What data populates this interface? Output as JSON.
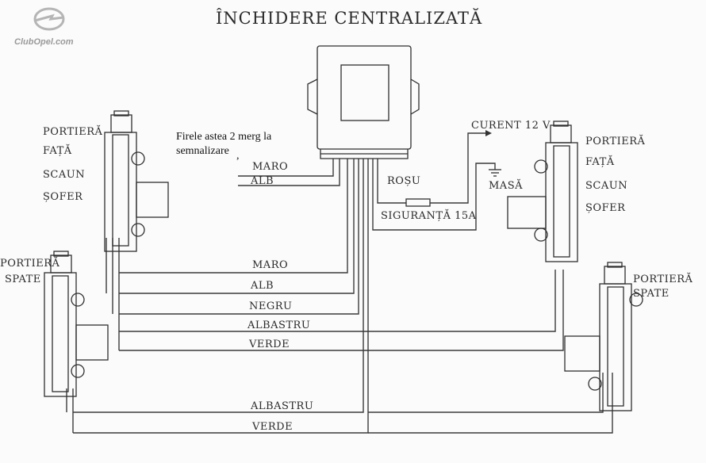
{
  "logo": {
    "text": "ClubOpel.com",
    "icon": "opel-blitz-icon"
  },
  "title": "ÎNCHIDERE CENTRALIZATĂ",
  "note": {
    "line1": "Firele astea 2 merg la",
    "line2": "semnalizare",
    "mark": ","
  },
  "doors": {
    "front_left": [
      "PORTIERĂ",
      "FAȚĂ",
      "SCAUN",
      "ȘOFER"
    ],
    "rear_left": [
      "PORTIERĂ",
      "SPATE"
    ],
    "front_right": [
      "PORTIERĂ",
      "FAȚĂ",
      "SCAUN",
      "ȘOFER"
    ],
    "rear_right": [
      "PORTIERĂ",
      "SPATE"
    ]
  },
  "wires": {
    "top_maro": "MARO",
    "top_alb": "ALB",
    "rosu": "ROȘU",
    "siguranta": "SIGURANȚĂ 15A",
    "curent": "CURENT 12 V",
    "masa": "MASĂ",
    "mid_maro": "MARO",
    "mid_alb": "ALB",
    "mid_negru": "NEGRU",
    "mid_albastru": "ALBASTRU",
    "mid_verde": "VERDE",
    "bot_albastru": "ALBASTRU",
    "bot_verde": "VERDE"
  }
}
